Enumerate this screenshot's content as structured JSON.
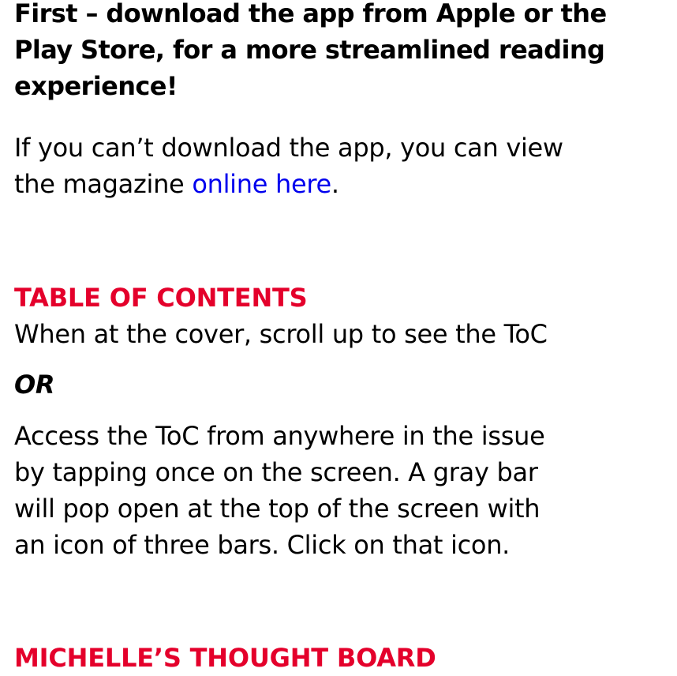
{
  "intro": {
    "lines": [
      "First – download the app from Apple or the",
      "Play Store, for a more streamlined reading",
      "experience!"
    ]
  },
  "fallback": {
    "line1": "If you can’t download the app, you can view",
    "line2_prefix": "the magazine ",
    "link": "online here",
    "line2_suffix": "."
  },
  "toc": {
    "heading": "TABLE OF CONTENTS",
    "line": "When at the cover, scroll up to see the ToC",
    "or": "OR",
    "access_lines": [
      "Access the ToC from anywhere in the issue",
      "by tapping once on the screen. A gray bar",
      "will pop open at the top of the screen with",
      "an icon of three bars. Click on that icon."
    ]
  },
  "next_heading": "MICHELLE’S THOUGHT BOARD",
  "colors": {
    "accent": "#e4002b",
    "link": "#0000ee"
  }
}
